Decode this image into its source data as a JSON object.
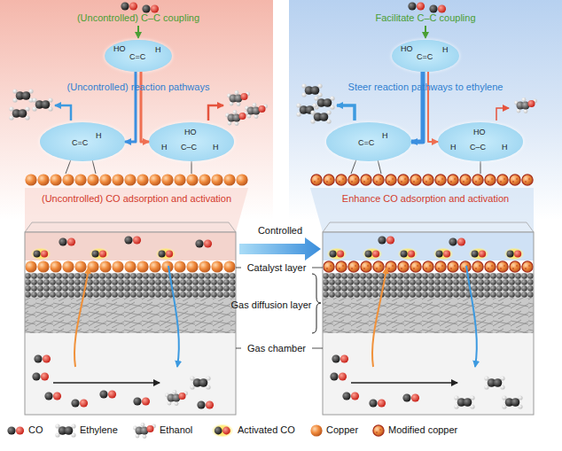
{
  "diagram": {
    "nodes": [
      {
        "text": [
          "HO",
          "C=C",
          "H"
        ]
      },
      {
        "text": [
          "C=C",
          "H"
        ]
      },
      {
        "text": [
          "HO",
          "H",
          "C–C",
          "H"
        ]
      },
      {
        "text": [
          "HO",
          "C=C",
          "H"
        ]
      },
      {
        "text": [
          "C=C",
          "H"
        ]
      },
      {
        "text": [
          "HO",
          "H",
          "C–C",
          "H"
        ]
      }
    ],
    "edges": [
      {
        "from": 0,
        "to": 1,
        "arrow": "to"
      },
      {
        "from": 0,
        "to": 2,
        "arrow": "to"
      },
      {
        "from": 3,
        "to": 4,
        "arrow": "to"
      },
      {
        "from": 3,
        "to": 5,
        "arrow": "to"
      }
    ],
    "labels": [
      "(Uncontrolled) C–C coupling",
      "(Uncontrolled) reaction pathways",
      "(Uncontrolled) CO adsorption and activation",
      "Facilitate C–C coupling",
      "Steer reaction pathways to ethylene",
      "Enhance CO adsorption and activation",
      "Controlled",
      "Catalyst layer",
      "Gas diffusion layer",
      "Gas chamber"
    ],
    "legend": [
      {
        "text": "CO"
      },
      {
        "text": "Ethylene"
      },
      {
        "text": "Ethanol"
      },
      {
        "text": "Activated CO"
      },
      {
        "text": "Copper"
      },
      {
        "text": "Modified copper"
      }
    ]
  }
}
